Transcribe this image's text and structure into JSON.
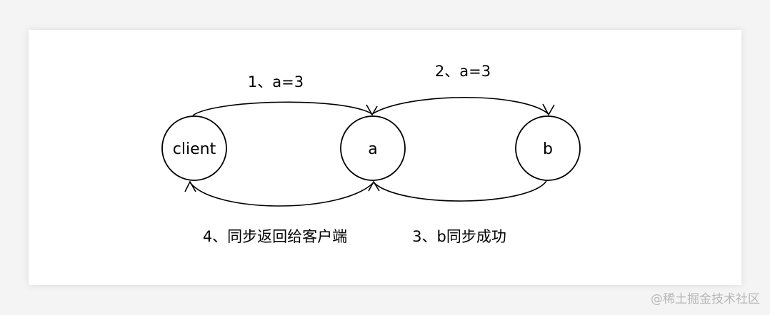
{
  "nodes": {
    "client": {
      "label": "client"
    },
    "a": {
      "label": "a"
    },
    "b": {
      "label": "b"
    }
  },
  "edges": {
    "step1": {
      "label": "1、a=3"
    },
    "step2": {
      "label": "2、a=3"
    },
    "step3": {
      "label": "3、b同步成功"
    },
    "step4": {
      "label": "4、同步返回给客户端"
    }
  },
  "watermark": {
    "text": "@稀土掘金技术社区"
  },
  "colors": {
    "stroke": "#000000",
    "card": "#ffffff",
    "background": "#f4f4f4",
    "watermark": "#b7b7b7"
  }
}
